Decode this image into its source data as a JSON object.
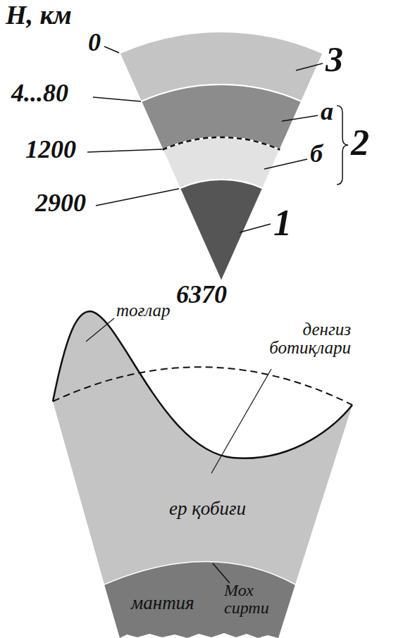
{
  "diagram": {
    "labels": [
      "H, км",
      "0",
      "4...80",
      "1200",
      "2900",
      "6370",
      "3",
      "а",
      "б",
      "2",
      "1",
      "тоғлар",
      "денгиз ботиқлари",
      "ер қобиғи",
      "мантия",
      "Мох сирти"
    ]
  }
}
